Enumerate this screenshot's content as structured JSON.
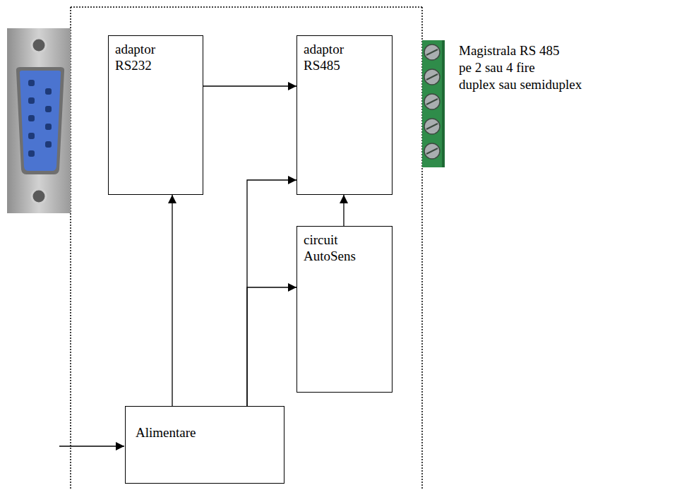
{
  "diagram": {
    "nodes": [
      {
        "text": [
          "adaptor RS232"
        ]
      },
      {
        "text": [
          "adaptor RS485"
        ]
      },
      {
        "text": [
          "circuit AutoSens"
        ]
      },
      {
        "text": [
          "Alimentare"
        ]
      }
    ],
    "edges": [
      {
        "from": 0,
        "to": 1,
        "arrow": "to"
      },
      {
        "from": 3,
        "to": 0,
        "arrow": "to"
      },
      {
        "from": 3,
        "to": 1,
        "arrow": "to"
      },
      {
        "from": 3,
        "to": 2,
        "arrow": "to"
      },
      {
        "from": 2,
        "to": 1,
        "arrow": "to"
      }
    ],
    "labels": [
      "Magistrala RS 485",
      "pe 2 sau 4 fire",
      "duplex sau semiduplex"
    ]
  }
}
